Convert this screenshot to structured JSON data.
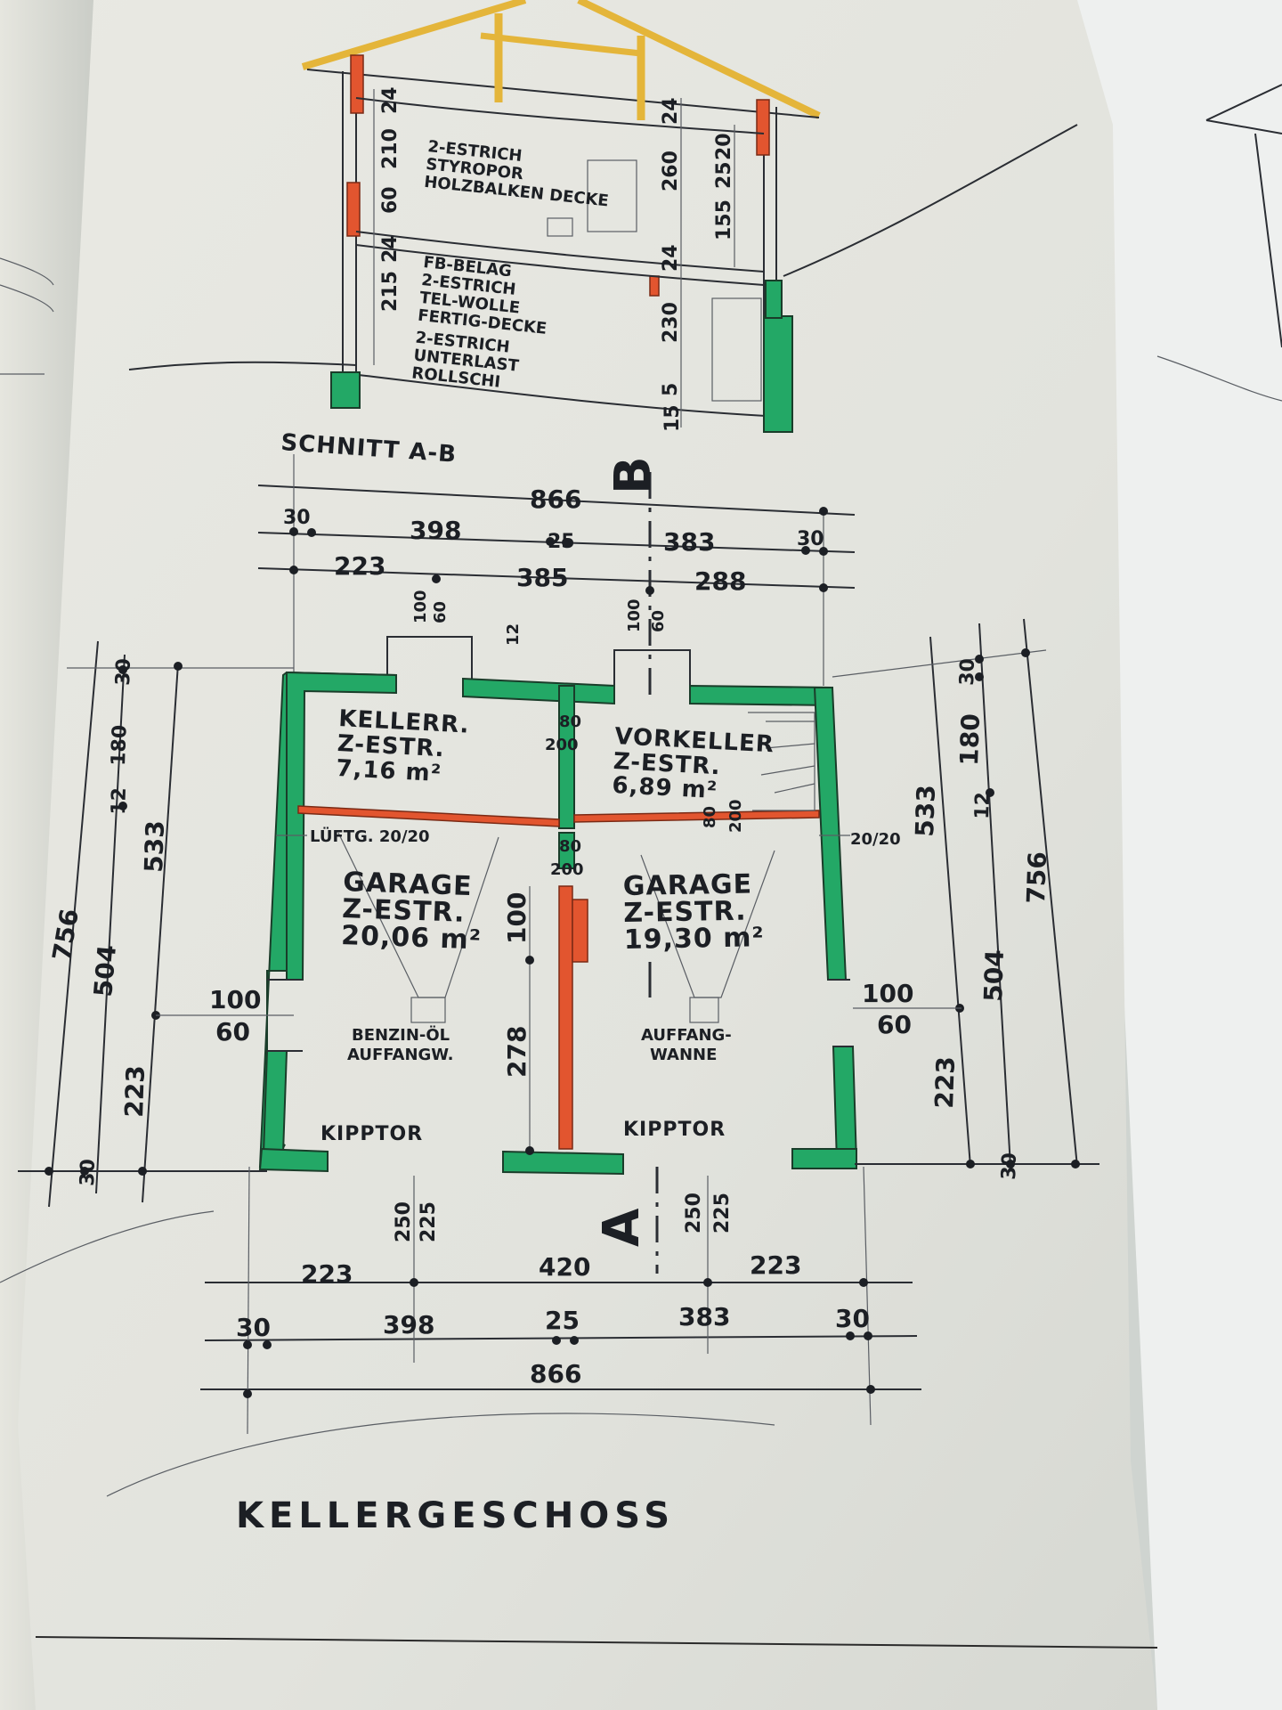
{
  "section": {
    "title": "SCHNITT A-B",
    "heights_left": [
      "24",
      "210",
      "60",
      "24",
      "215"
    ],
    "heights_right": [
      "24",
      "260",
      "24",
      "230",
      "5",
      "15"
    ],
    "heights_right_outer": [
      "20",
      "25",
      "155"
    ],
    "notes_upper": [
      "2-ESTRICH",
      "STYROPOR",
      "HOLZBALKEN DECKE"
    ],
    "notes_lower": [
      "FB-BELAG",
      "2-ESTRICH",
      "TEL-WOLLE",
      "FERTIG-DECKE",
      "2-ESTRICH",
      "UNTERLAST",
      "ROLLSCHI"
    ]
  },
  "plan": {
    "title": "KELLERGESCHOSS",
    "axis_b": "B",
    "axis_a": "A",
    "top_dims": {
      "overall": "866",
      "row1": [
        "30",
        "398",
        "25",
        "383",
        "30"
      ],
      "row2": [
        "223",
        "385",
        "288"
      ],
      "window_left": [
        "100",
        "60"
      ],
      "window_right": [
        "100",
        "60"
      ],
      "small": "12"
    },
    "bottom_dims": {
      "row_a": [
        "223",
        "420",
        "223"
      ],
      "row_b": [
        "30",
        "398",
        "25",
        "383",
        "30"
      ],
      "overall": "866",
      "door_left": [
        "250",
        "225"
      ],
      "door_right": [
        "250",
        "225"
      ]
    },
    "left_dims": {
      "overall": "756",
      "mid": [
        "504"
      ],
      "outer": [
        "30",
        "180",
        "12",
        "533",
        "223",
        "30"
      ],
      "window": [
        "100",
        "60"
      ]
    },
    "right_dims": {
      "overall": "756",
      "outer": [
        "30",
        "180",
        "12",
        "533"
      ],
      "mid": [
        "504",
        "223",
        "30"
      ],
      "window": [
        "100",
        "60"
      ],
      "vent": "20/20"
    },
    "rooms": {
      "keller": [
        "KELLERR.",
        "Z-ESTR.",
        "7,16 m²"
      ],
      "vorkeller": [
        "VORKELLER",
        "Z-ESTR.",
        "6,89 m²"
      ],
      "garage_left": [
        "GARAGE",
        "Z-ESTR.",
        "20,06 m²"
      ],
      "garage_right": [
        "GARAGE",
        "Z-ESTR.",
        "19,30 m²"
      ]
    },
    "doors": {
      "d1": [
        "80",
        "200"
      ],
      "d2": [
        "80",
        "200"
      ],
      "d3": [
        "80",
        "200"
      ]
    },
    "notes": {
      "vent_left": "LÜFTG. 20/20",
      "oil_left": [
        "BENZIN-ÖL",
        "AUFFANGW."
      ],
      "oil_right": [
        "AUFFANG-",
        "WANNE"
      ],
      "gate_left": "KIPPTOR",
      "gate_right": "KIPPTOR",
      "pillar": "100",
      "garage_depth": "278"
    }
  }
}
